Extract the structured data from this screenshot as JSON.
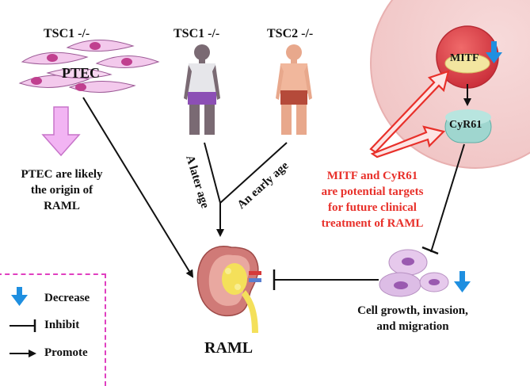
{
  "labels": {
    "tsc1_left": "TSC1 -/-",
    "tsc1_mid": "TSC1 -/-",
    "tsc2": "TSC2 -/-",
    "ptec": "PTEC",
    "ptec_origin": [
      "PTEC are likely",
      "the origin of",
      "RAML"
    ],
    "later_age": "A later age",
    "early_age": "An early age",
    "mitf": "MITF",
    "cyr61": "CyR61",
    "targets": [
      "MITF and CyR61",
      "are potential targets",
      "for future clinical",
      "treatment of RAML"
    ],
    "cell_growth": [
      "Cell growth, invasion,",
      "and migration"
    ],
    "raml": "RAML"
  },
  "legend": {
    "decrease": "Decrease",
    "inhibit": "Inhibit",
    "promote": "Promote"
  },
  "colors": {
    "promote_arrow": "#111111",
    "decrease_arrow": "#1f8fe0",
    "target_arrow": "#e8302a",
    "origin_arrow": "#e88ff0",
    "legend_border": "#e040c0",
    "target_text": "#e8302a"
  }
}
